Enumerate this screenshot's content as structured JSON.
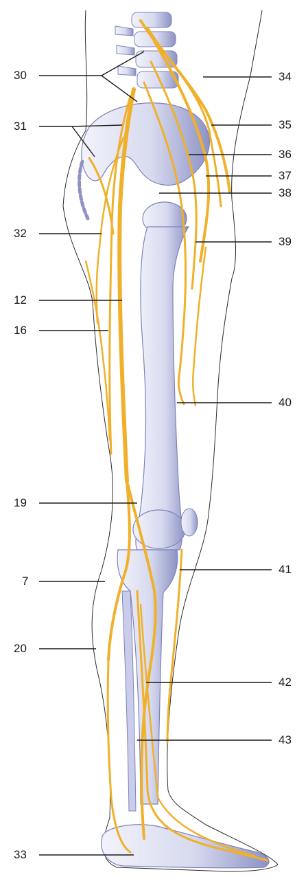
{
  "labels_left": [
    "30",
    "31",
    "32",
    "12",
    "16",
    "19",
    "7",
    "20",
    "33"
  ],
  "labels_right": [
    "34",
    "35",
    "36",
    "37",
    "38",
    "39",
    "40",
    "41",
    "42",
    "43"
  ],
  "colors": {
    "nerve": "#f0b02a",
    "nerve_dark": "#d88f10",
    "bone": "#d9dcf0",
    "bone_shadow": "#8e93c4",
    "outline": "#2a2a2a",
    "leader": "#1a1a1a"
  }
}
